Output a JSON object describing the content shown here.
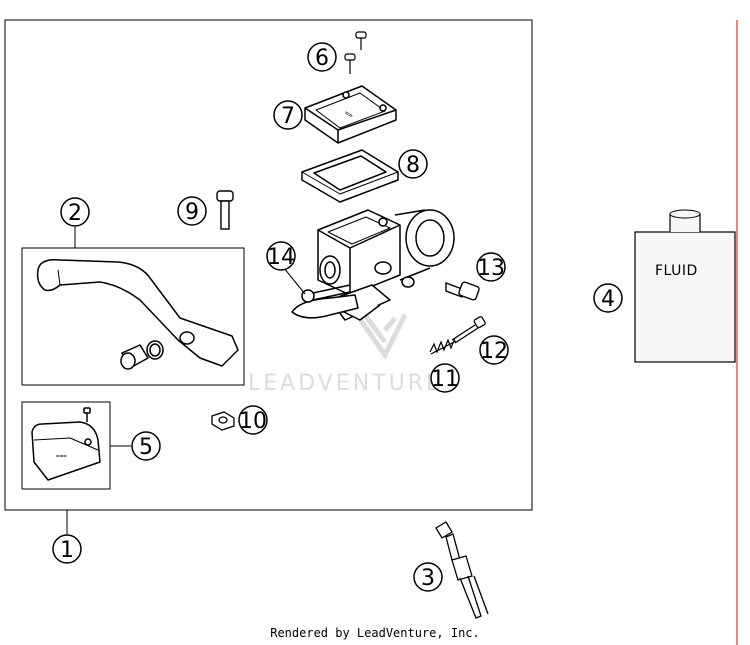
{
  "diagram": {
    "callouts": [
      {
        "id": "1",
        "label": "1"
      },
      {
        "id": "2",
        "label": "2"
      },
      {
        "id": "3",
        "label": "3"
      },
      {
        "id": "4",
        "label": "4"
      },
      {
        "id": "5",
        "label": "5"
      },
      {
        "id": "6",
        "label": "6"
      },
      {
        "id": "7",
        "label": "7"
      },
      {
        "id": "8",
        "label": "8"
      },
      {
        "id": "9",
        "label": "9"
      },
      {
        "id": "10",
        "label": "10"
      },
      {
        "id": "11",
        "label": "11"
      },
      {
        "id": "12",
        "label": "12"
      },
      {
        "id": "13",
        "label": "13"
      },
      {
        "id": "14",
        "label": "14"
      }
    ],
    "fluid_label": "FLUID",
    "watermark": "LEADVENTURE"
  },
  "footer": {
    "text": "Rendered by LeadVenture, Inc."
  },
  "colors": {
    "line": "#000000",
    "part_fill": "#ffffff",
    "bottle_fill": "#f7f7f7",
    "watermark": "#dcdcdc",
    "right_rule": "#e46060"
  }
}
